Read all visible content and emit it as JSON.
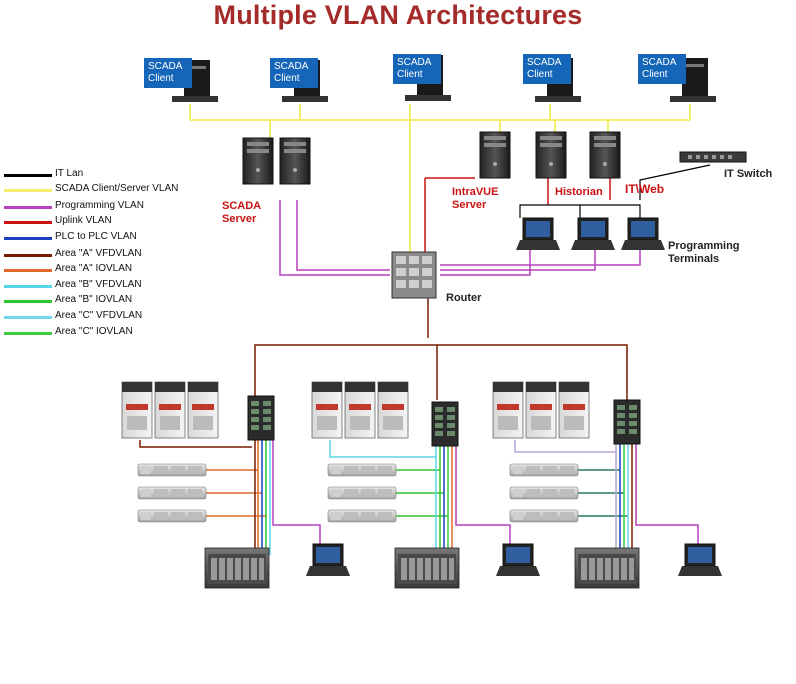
{
  "title": "Multiple VLAN Architectures",
  "scada_clients": [
    "SCADA Client",
    "SCADA Client",
    "SCADA Client",
    "SCADA Client",
    "SCADA Client"
  ],
  "labels": {
    "scada_server": "SCADA Server",
    "intravue_server": "IntraVUE Server",
    "historian": "Historian",
    "itweb": "IT\\Web",
    "it_switch": "IT Switch",
    "programming_terminals": "Programming Terminals",
    "router": "Router"
  },
  "legend": [
    {
      "label": "IT Lan",
      "color": "#000000"
    },
    {
      "label": "SCADA Client/Server VLAN",
      "color": "#f2ee6e"
    },
    {
      "label": "Programming VLAN",
      "color": "#b83fbf"
    },
    {
      "label": "Uplink VLAN",
      "color": "#cc1111"
    },
    {
      "label": "PLC to PLC VLAN",
      "color": "#1a3fbf"
    },
    {
      "label": "Area \"A\" VFDVLAN",
      "color": "#7a1a00"
    },
    {
      "label": "Area \"A\" IOVLAN",
      "color": "#e06a2a"
    },
    {
      "label": "Area \"B\" VFDVLAN",
      "color": "#5ad4e8"
    },
    {
      "label": "Area \"B\" IOVLAN",
      "color": "#2ec42e"
    },
    {
      "label": "Area \"C\" VFDVLAN",
      "color": "#6fd8ee"
    },
    {
      "label": "Area \"C\" IOVLAN",
      "color": "#3ccc3c"
    }
  ],
  "colors": {
    "scada": "#f2ee6e",
    "programming": "#b83fbf",
    "uplink": "#cc1111",
    "itlan": "#000000",
    "area_vfd": "#7a1a00"
  }
}
